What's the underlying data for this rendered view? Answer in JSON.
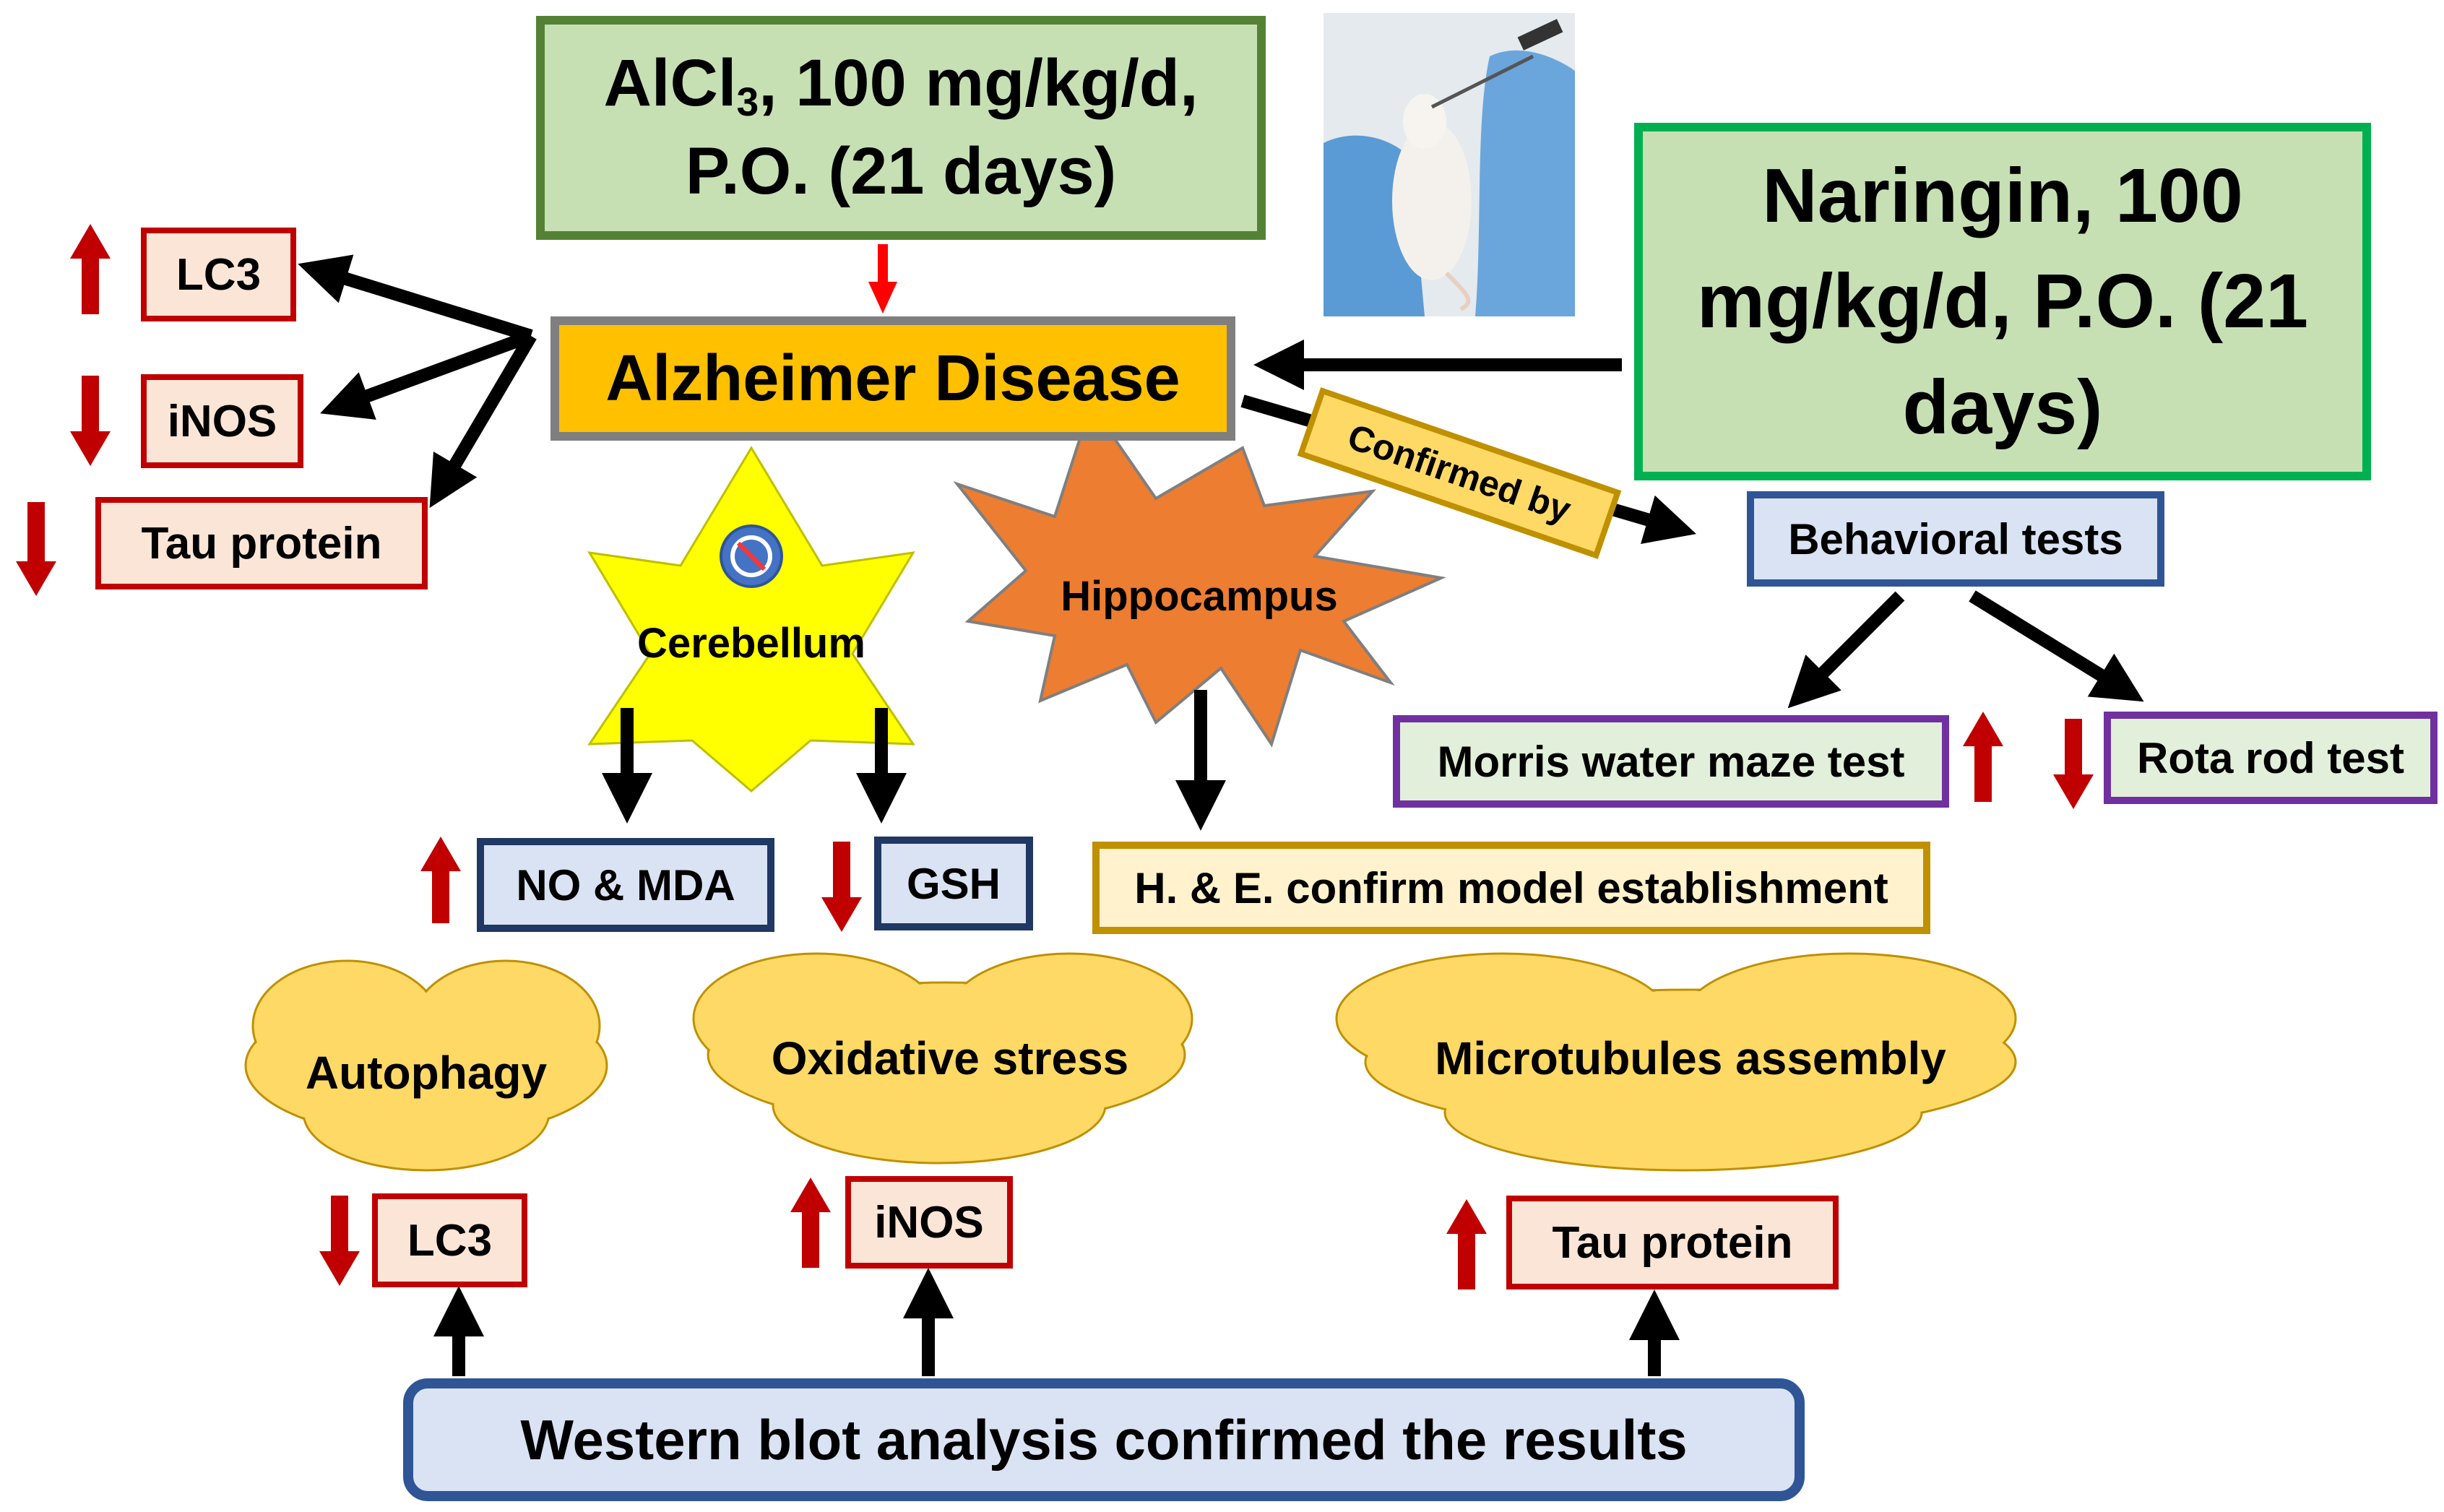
{
  "alcl3": {
    "line1_pre": "AlCl",
    "sub": "3",
    "line1_post": ", 100 mg/kg/d,",
    "line2": "P.O. (21 days)"
  },
  "naringin": {
    "line1": "Naringin, 100",
    "line2": "mg/kg/d, P.O. (21",
    "line3": "days)"
  },
  "alzheimer": "Alzheimer Disease",
  "confirmed_by": "Confirmed by",
  "left_markers": {
    "lc3": "LC3",
    "inos": "iNOS",
    "tau": "Tau protein"
  },
  "cerebellum": "Cerebellum",
  "hippocampus": "Hippocampus",
  "behavioral_tests": "Behavioral tests",
  "morris": "Morris water maze test",
  "rota": "Rota rod test",
  "no_mda": "NO & MDA",
  "gsh": "GSH",
  "he_confirm": "H. & E. confirm model establishment",
  "clouds": {
    "autophagy": "Autophagy",
    "oxidative": "Oxidative stress",
    "microtubules": "Microtubules assembly"
  },
  "bottom_markers": {
    "lc3": "LC3",
    "inos": "iNOS",
    "tau": "Tau protein"
  },
  "western_blot": "Western blot analysis confirmed the results",
  "colors": {
    "up_arrow": "#c00000",
    "down_arrow": "#c00000",
    "alz_fill": "#ffc000",
    "star_yellow": "#ffff00",
    "starburst_orange": "#ed7d31",
    "cloud_fill": "#ffd966"
  },
  "icons": {
    "inhibit": "prohibition-icon",
    "rat_photo": "rat-gavage-photo"
  }
}
